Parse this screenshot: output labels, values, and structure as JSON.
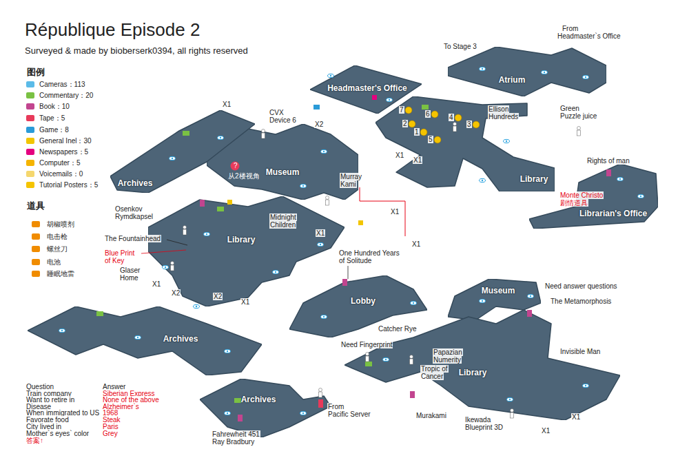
{
  "diagram": {
    "title": "République Episode 2",
    "caption": "Surveyed & made by bioberserk0394, all rights reserved",
    "nodes": [
      {
        "text": [
          "Atrium"
        ]
      },
      {
        "text": [
          "Headmaster's Office"
        ]
      },
      {
        "text": [
          "Museum"
        ]
      },
      {
        "text": [
          "Library"
        ]
      },
      {
        "text": [
          "Archives"
        ]
      },
      {
        "text": [
          "Librarian's Office"
        ]
      },
      {
        "text": [
          "Library"
        ]
      },
      {
        "text": [
          "Museum"
        ]
      },
      {
        "text": [
          "Lobby"
        ]
      },
      {
        "text": [
          "Archives"
        ]
      },
      {
        "text": [
          "Library"
        ]
      },
      {
        "text": [
          "Archives"
        ]
      }
    ],
    "labels": [
      "图例",
      "道具",
      "From",
      "Headmaster`s Office",
      "To Stage 3",
      "X1",
      "CVX",
      "Device 6",
      "X2",
      "Ellison",
      "Hundreds",
      "Green",
      "Puzzle juice",
      "7",
      "6",
      "4",
      "2",
      "3",
      "1",
      "5",
      "X1",
      "X1",
      "Rights of man",
      "Monte Christo",
      "剧情道具",
      "从2楼视角",
      "?",
      "Murray",
      "Kami",
      "Midnight",
      "Children",
      "X1",
      "X1",
      "X1",
      "Osenkov",
      "Rymdkapsel",
      "The Fountainhead",
      "Blue Print",
      "of Key",
      "Glaser",
      "Home",
      "X1",
      "X2",
      "X2",
      "X1",
      "One Hundred Years",
      "of Solitude",
      "Catcher Rye",
      "Need answer questions",
      "The Metamorphosis",
      "Need Fingerprint",
      "Papazian",
      "Numerity",
      "Tropic of",
      "Cancer",
      "Invisible Man",
      "From",
      "Pacific Server",
      "Murakami",
      "Ikewada",
      "Blueprint 3D",
      "X1",
      "X1",
      "Fahrewheit 451",
      "Ray Bradbury",
      "Question",
      "Train company",
      "Want to retire in",
      "Disease",
      "When immigrated to US",
      "Favorate food",
      "City lived in",
      "Mother`s eyes` color",
      "答案↑",
      "Answer",
      "Siberian Express",
      "None of the above",
      "Alzheimer`s",
      "1968",
      "Steak",
      "Paris",
      "Grey"
    ],
    "legend": [
      {
        "text": "Cameras：113",
        "color": "#5bbbe8"
      },
      {
        "text": "Commentary：20",
        "color": "#7ac143"
      },
      {
        "text": "Book：10",
        "color": "#c2458f"
      },
      {
        "text": "Tape：5",
        "color": "#e83a5a"
      },
      {
        "text": "Game：8",
        "color": "#2a9bd8"
      },
      {
        "text": "General Inel：30",
        "color": "#f2c500"
      },
      {
        "text": "Newspapers：5",
        "color": "#e4007f"
      },
      {
        "text": "Computer：5",
        "color": "#f5b400"
      },
      {
        "text": "Voicemails：0",
        "color": "#f5d76e"
      },
      {
        "text": "Tutorial Posters：5",
        "color": "#f5c400"
      },
      {
        "text": "胡椒喷剂",
        "color": "#f08c00"
      },
      {
        "text": "电击枪",
        "color": "#f08c00"
      },
      {
        "text": "螺丝刀",
        "color": "#f08c00"
      },
      {
        "text": "电池",
        "color": "#f08c00"
      },
      {
        "text": "睡眠地雷",
        "color": "#f08c00"
      }
    ]
  }
}
